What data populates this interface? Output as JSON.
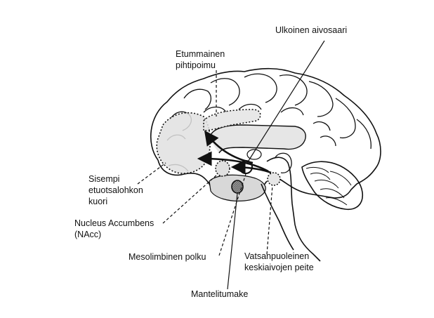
{
  "labels": {
    "external_capsule": "Ulkoinen aivosaari",
    "anterior_cingulate": [
      "Etummainen",
      "pihtipoimu"
    ],
    "prefrontal_cortex": [
      "Sisempi",
      "etuotsalohkon",
      "kuori"
    ],
    "nucleus_accumbens": [
      "Nucleus Accumbens",
      "(NAcc)"
    ],
    "mesolimbic_pathway": "Mesolimbinen polku",
    "ventral_tegmental": [
      "Vatsanpuoleinen",
      "keskiaivojen peite"
    ],
    "amygdala": "Mantelitumake"
  },
  "colors": {
    "outline": "#111111",
    "region_fill": "#e0e0e0",
    "amygdala_fill": "#8a8a8a",
    "background": "#ffffff"
  }
}
